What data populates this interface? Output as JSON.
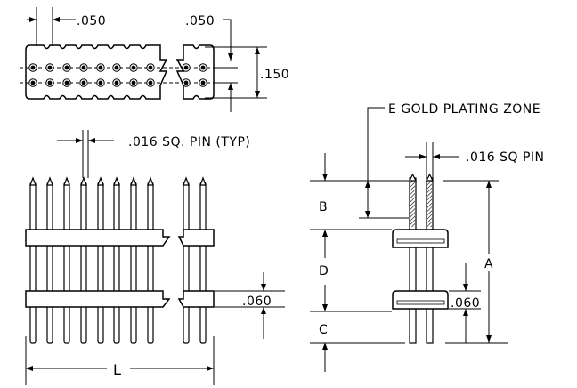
{
  "labels": {
    "dim_top_pitch": ".050",
    "dim_top_edge": ".050",
    "dim_row_spacing": ".150",
    "dim_pin_size": ".016 SQ. PIN (TYP)",
    "dim_plating_zone": "E GOLD PLATING ZONE",
    "dim_side_pin": ".016 SQ PIN",
    "dim_b": "B",
    "dim_d": "D",
    "dim_c": "C",
    "dim_a": "A",
    "dim_length": "L",
    "dim_front_spacer": ".060",
    "dim_side_spacer": ".060"
  },
  "colors": {
    "line": "#000000",
    "background": "#ffffff"
  }
}
